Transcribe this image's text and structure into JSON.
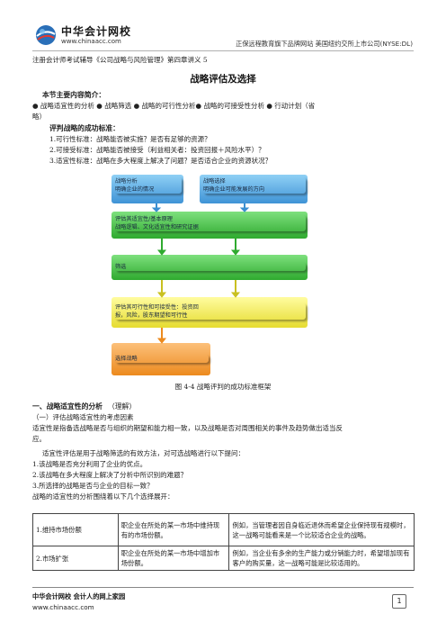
{
  "header": {
    "logo_name": "中华会计网校",
    "logo_url": "www.chinaacc.com",
    "tagline": "正保远程教育旗下品牌网站    美国纽约交所上市公司(NYSE:DL)"
  },
  "breadcrumb": "注册会计师考试辅导《公司战略与风险管理》第四章讲义 5",
  "title": "战略评估及选择",
  "summary": {
    "heading": "本节主要内容简介：",
    "bullets_line1": "●  战略适宜性的分析    ●  战略筛选    ●  战略的可行性分析●  战略的可接受性分析    ●  行动计划（省",
    "bullets_line2": "略）"
  },
  "criteria": {
    "heading": "评判战略的成功标准：",
    "items": [
      "1.可行性标准：战略能否被实施？是否有足够的资源？",
      "2.可接受标准：战略能否被接受（利益相关者：投资回报＋风险水平）？",
      "3.适宜性标准：战略在多大程度上解决了问题？是否适合企业的资源状况？"
    ]
  },
  "flowchart": {
    "box1_line1": "战略分析",
    "box1_line2": "明确企业的情况",
    "box2_line1": "战略选择",
    "box2_line2": "明确企业可能发展的方向",
    "box3_line1": "评估其适宜性/基本原理",
    "box3_line2": "战略逻辑、文化适宜性和研究证据",
    "box4_line1": "筛选",
    "box5_line1": "评估其可行性和可接受性：投资回",
    "box5_line2": "报，风险，股东期望和可行性",
    "box6_line1": "选择战略",
    "colors": {
      "blue": "#5aa9e0",
      "green": "#3cc23c",
      "yellow": "#f0e84a",
      "orange": "#f39a2a"
    }
  },
  "figure_caption": "图 4-4  战略评判的成功标准框架",
  "section2": {
    "heading": "一、战略适宜性的分析",
    "heading_note": "（理解）",
    "sub": "（一）评估战略适宜性的考虑因素",
    "para1_line1": "适宜性是指备选战略是否与组织的期望和能力相一致，以及战略是否对周围相关的事件及趋势做出适当反",
    "para1_line2": "应。",
    "para2": "适宜性评估是用于战略筛选的有效方法，对可选战略进行以下提问：",
    "questions": [
      "1.该战略是否充分利用了企业的优点。",
      "2.该战略在多大程度上解决了分析中所识别的难题？",
      "3.所选择的战略是否与企业的目标一致？"
    ],
    "intro": "战略的适宜性的分析围绕着以下几个选择展开："
  },
  "table": {
    "rows": [
      {
        "name": "1.维持市场份额",
        "cond": "职企业在所处的某一市场中维持现有的市场份额。",
        "example": "例如，当管理者因自身临近退休而希望企业保持现有规模时，这一战略可能看来是一个比较适合企业的战略。"
      },
      {
        "name": "2.市场扩张",
        "cond": "职企业在所处的某一市场中增加市场份额。",
        "example": "例如，当企业有多余的生产能力或分销能力时，希望增加现有客户的购买量，这一战略可能是比较适用的。"
      }
    ]
  },
  "footer": {
    "line1": "中华会计网校  会计人的网上家园",
    "line2": "www.chinaacc.com",
    "page": "1"
  }
}
